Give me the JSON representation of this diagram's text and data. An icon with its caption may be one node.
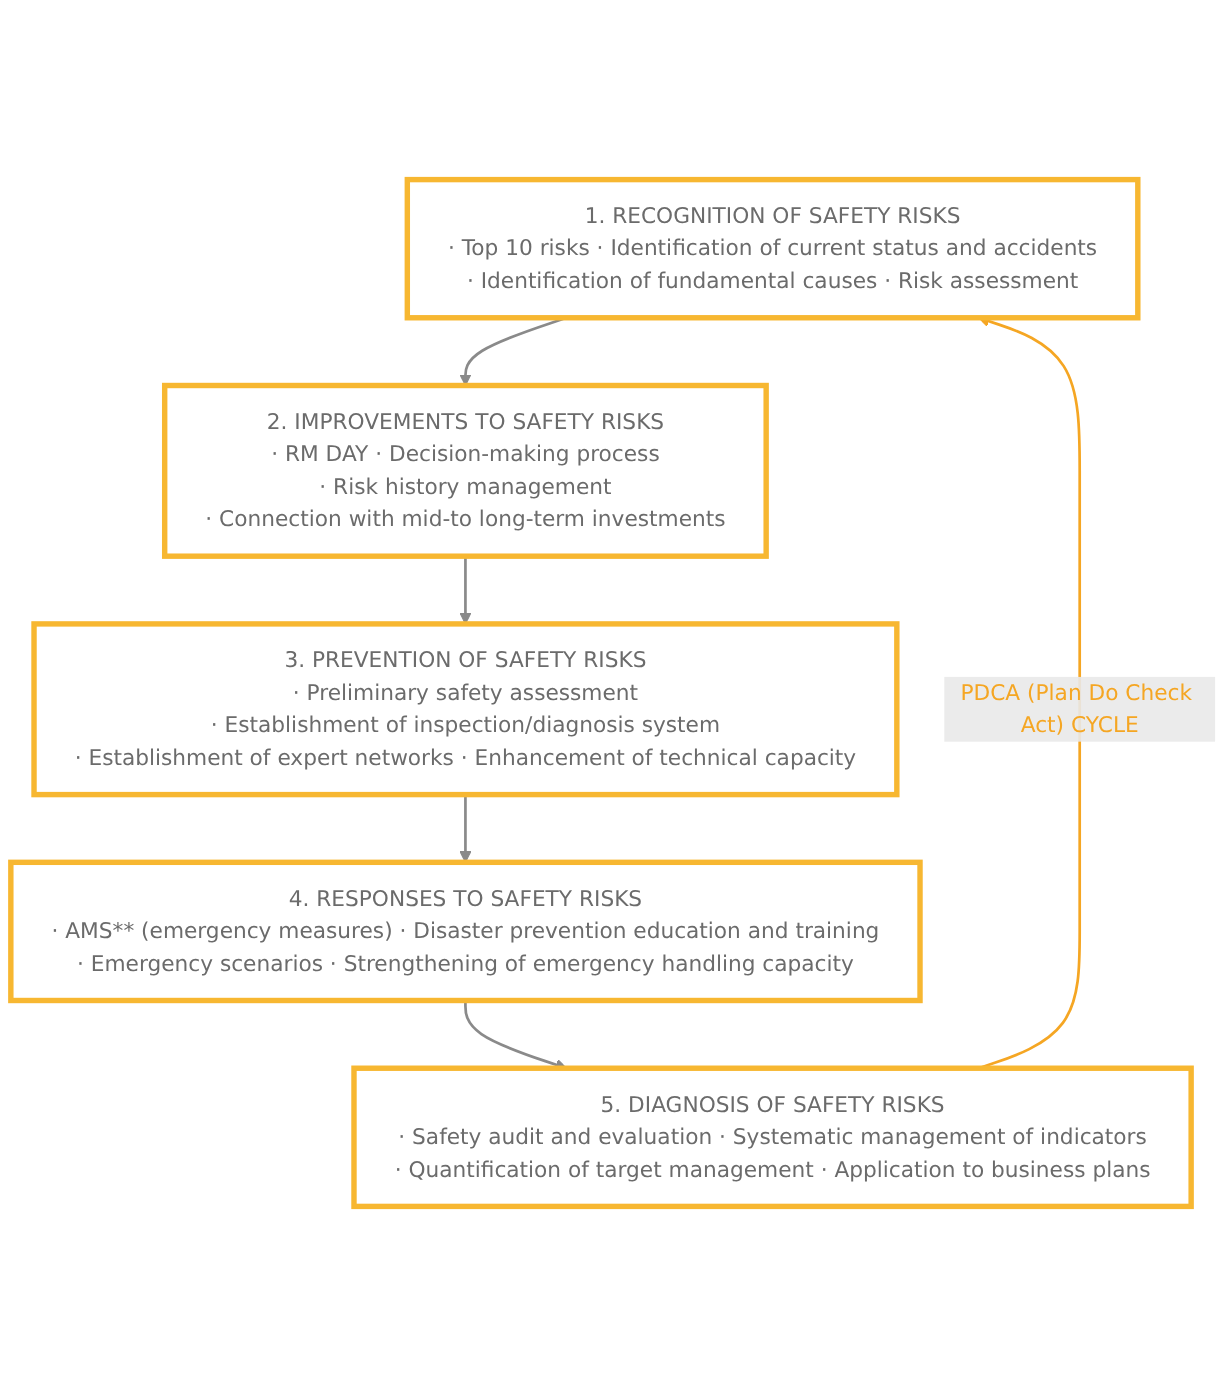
{
  "diagram": {
    "nodes": [
      {
        "text": [
          "1. RECOGNITION OF SAFETY RISKS",
          "· Top 10 risks · Identification of current status and accidents",
          "· Identification of fundamental causes · Risk assessment"
        ]
      },
      {
        "text": [
          "2. IMPROVEMENTS TO SAFETY RISKS",
          "· RM DAY · Decision-making process",
          "· Risk history management",
          "· Connection with mid-to long-term investments"
        ]
      },
      {
        "text": [
          "3. PREVENTION OF SAFETY RISKS",
          "· Preliminary safety assessment",
          "· Establishment of inspection/diagnosis system",
          "· Establishment of expert networks · Enhancement of technical capacity"
        ]
      },
      {
        "text": [
          "4. RESPONSES TO SAFETY RISKS",
          "· AMS** (emergency measures) · Disaster prevention education and training",
          "· Emergency scenarios · Strengthening of emergency handling capacity"
        ]
      },
      {
        "text": [
          "5. DIAGNOSIS OF SAFETY RISKS",
          "· Safety audit and evaluation · Systematic management of indicators",
          "· Quantification of target management · Application to business plans"
        ]
      }
    ],
    "edges": [
      {
        "from": 0,
        "to": 1,
        "arrow": "to",
        "color": "#8a8a8a"
      },
      {
        "from": 1,
        "to": 2,
        "arrow": "to",
        "color": "#8a8a8a"
      },
      {
        "from": 2,
        "to": 3,
        "arrow": "to",
        "color": "#8a8a8a"
      },
      {
        "from": 3,
        "to": 4,
        "arrow": "to",
        "color": "#8a8a8a"
      },
      {
        "from": 4,
        "to": 0,
        "arrow": "to",
        "label": "PDCA (Plan Do Check Act) CYCLE",
        "color": "#f5a623"
      }
    ]
  }
}
